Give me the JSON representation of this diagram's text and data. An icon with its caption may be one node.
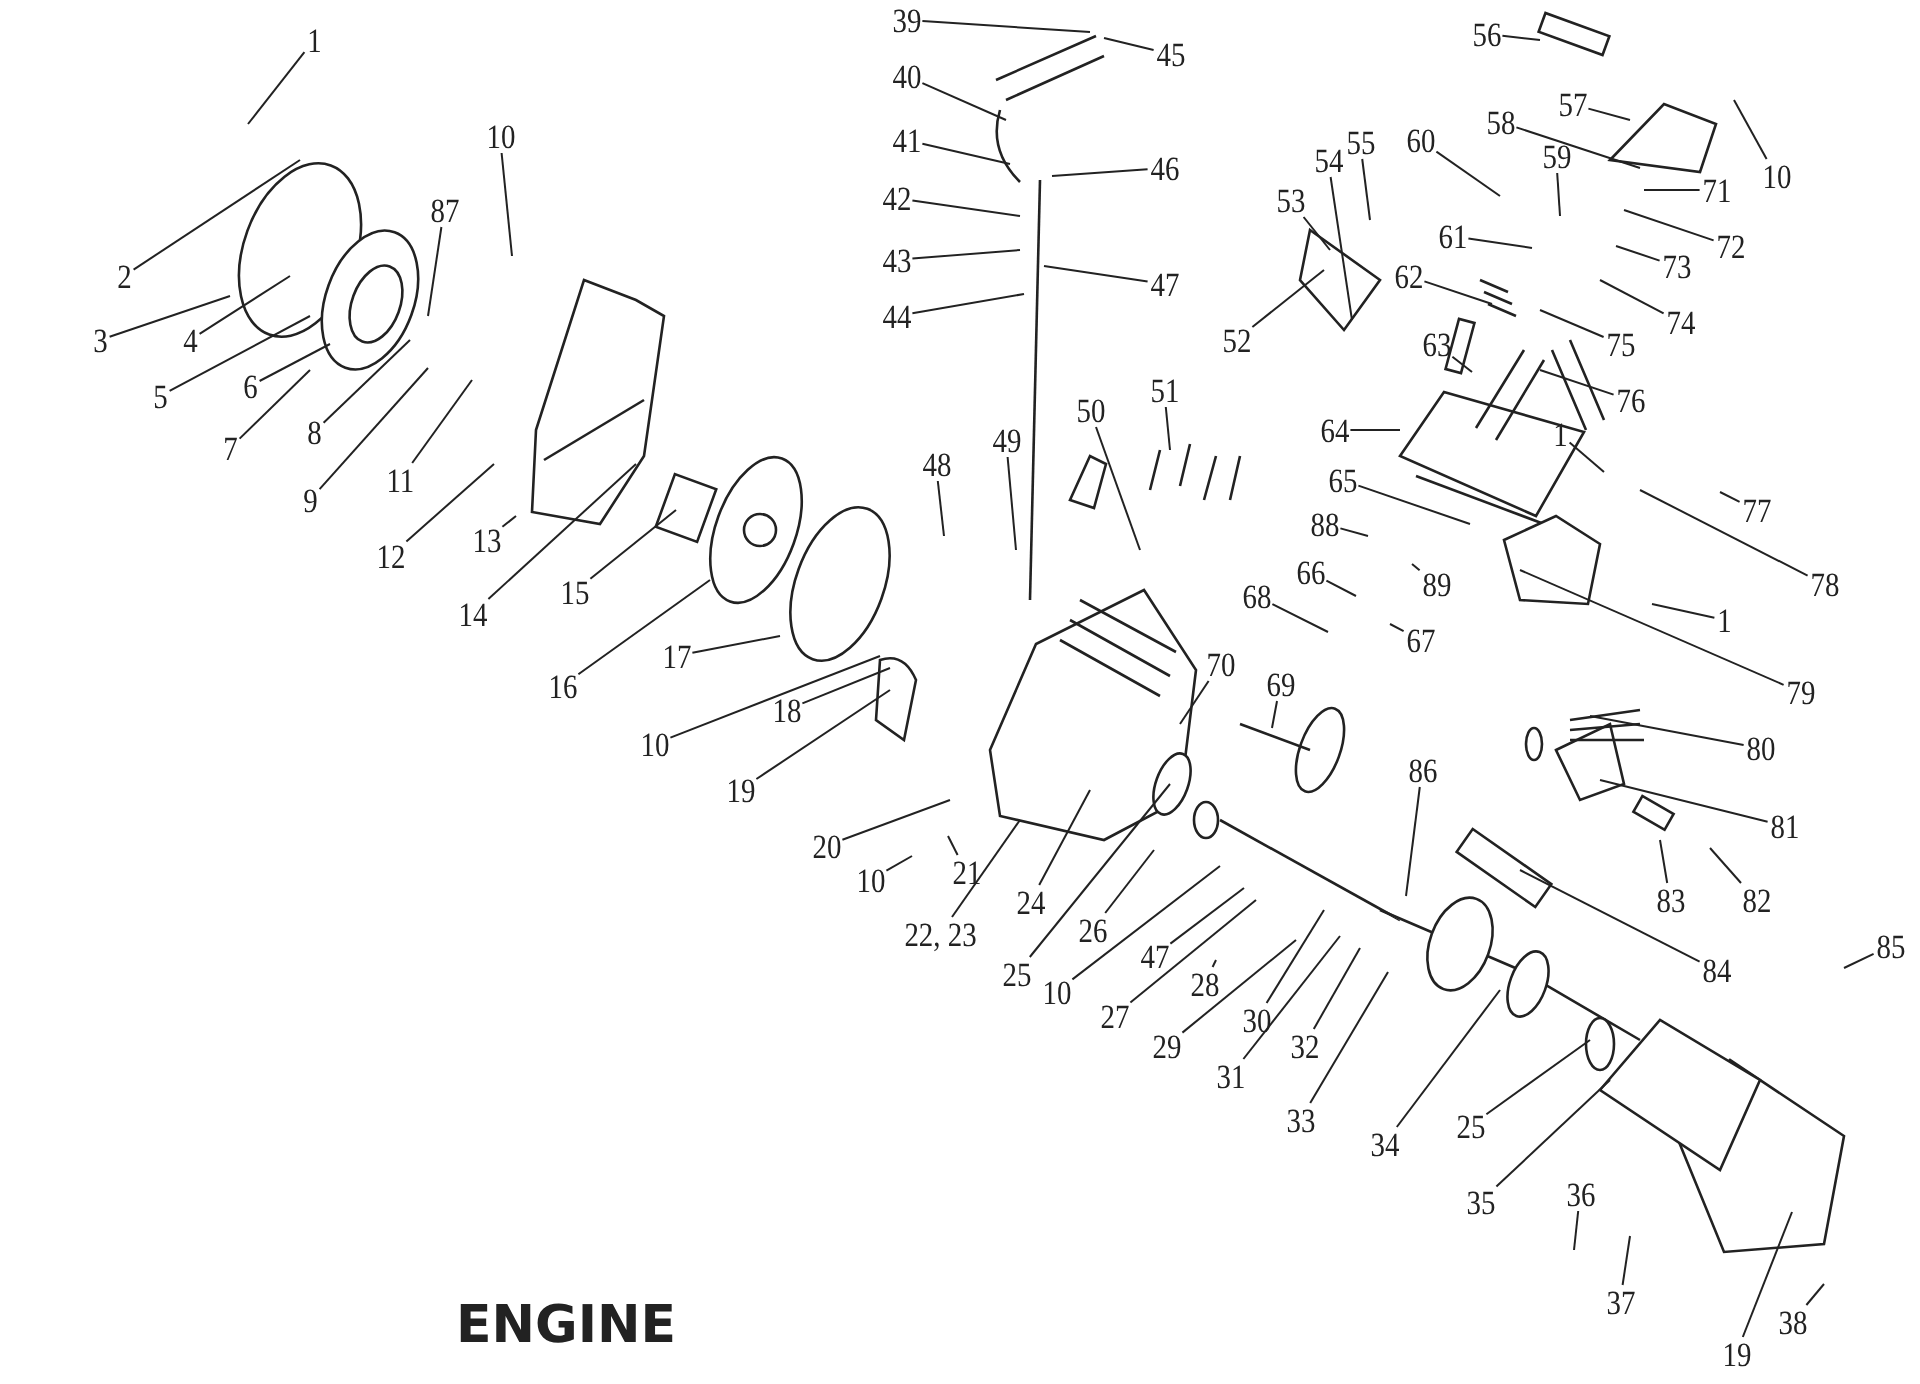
{
  "diagram": {
    "title": "ENGINE",
    "nodes": [
      {
        "text": [
          "39"
        ]
      },
      {
        "text": [
          "1"
        ]
      },
      {
        "text": [
          "56"
        ]
      },
      {
        "text": [
          "45"
        ]
      },
      {
        "text": [
          "40"
        ]
      },
      {
        "text": [
          "57"
        ]
      },
      {
        "text": [
          "58"
        ]
      },
      {
        "text": [
          "10"
        ]
      },
      {
        "text": [
          "55"
        ]
      },
      {
        "text": [
          "41"
        ]
      },
      {
        "text": [
          "54"
        ]
      },
      {
        "text": [
          "60"
        ]
      },
      {
        "text": [
          "46"
        ]
      },
      {
        "text": [
          "59"
        ]
      },
      {
        "text": [
          "10"
        ]
      },
      {
        "text": [
          "71"
        ]
      },
      {
        "text": [
          "42"
        ]
      },
      {
        "text": [
          "53"
        ]
      },
      {
        "text": [
          "87"
        ]
      },
      {
        "text": [
          "2"
        ]
      },
      {
        "text": [
          "62"
        ]
      },
      {
        "text": [
          "61"
        ]
      },
      {
        "text": [
          "72"
        ]
      },
      {
        "text": [
          "43"
        ]
      },
      {
        "text": [
          "73"
        ]
      },
      {
        "text": [
          "47"
        ]
      },
      {
        "text": [
          "63"
        ]
      },
      {
        "text": [
          "44"
        ]
      },
      {
        "text": [
          "74"
        ]
      },
      {
        "text": [
          "3"
        ]
      },
      {
        "text": [
          "4"
        ]
      },
      {
        "text": [
          "52"
        ]
      },
      {
        "text": [
          "75"
        ]
      },
      {
        "text": [
          "6"
        ]
      },
      {
        "text": [
          "5"
        ]
      },
      {
        "text": [
          "51"
        ]
      },
      {
        "text": [
          "76"
        ]
      },
      {
        "text": [
          "50"
        ]
      },
      {
        "text": [
          "8"
        ]
      },
      {
        "text": [
          "64"
        ]
      },
      {
        "text": [
          "1"
        ]
      },
      {
        "text": [
          "49"
        ]
      },
      {
        "text": [
          "7"
        ]
      },
      {
        "text": [
          "48"
        ]
      },
      {
        "text": [
          "11"
        ]
      },
      {
        "text": [
          "65"
        ]
      },
      {
        "text": [
          "9"
        ]
      },
      {
        "text": [
          "77"
        ]
      },
      {
        "text": [
          "88"
        ]
      },
      {
        "text": [
          "13"
        ]
      },
      {
        "text": [
          "12"
        ]
      },
      {
        "text": [
          "66"
        ]
      },
      {
        "text": [
          "89"
        ]
      },
      {
        "text": [
          "78"
        ]
      },
      {
        "text": [
          "15"
        ]
      },
      {
        "text": [
          "68"
        ]
      },
      {
        "text": [
          "14"
        ]
      },
      {
        "text": [
          "1"
        ]
      },
      {
        "text": [
          "67"
        ]
      },
      {
        "text": [
          "17"
        ]
      },
      {
        "text": [
          "70"
        ]
      },
      {
        "text": [
          "69"
        ]
      },
      {
        "text": [
          "16"
        ]
      },
      {
        "text": [
          "79"
        ]
      },
      {
        "text": [
          "18"
        ]
      },
      {
        "text": [
          "10"
        ]
      },
      {
        "text": [
          "80"
        ]
      },
      {
        "text": [
          "86"
        ]
      },
      {
        "text": [
          "19"
        ]
      },
      {
        "text": [
          "81"
        ]
      },
      {
        "text": [
          "20"
        ]
      },
      {
        "text": [
          "10"
        ]
      },
      {
        "text": [
          "21"
        ]
      },
      {
        "text": [
          "83"
        ]
      },
      {
        "text": [
          "82"
        ]
      },
      {
        "text": [
          "24"
        ]
      },
      {
        "text": [
          "26"
        ]
      },
      {
        "text": [
          "22, 23"
        ]
      },
      {
        "text": [
          "85"
        ]
      },
      {
        "text": [
          "47"
        ]
      },
      {
        "text": [
          "84"
        ]
      },
      {
        "text": [
          "25"
        ]
      },
      {
        "text": [
          "28"
        ]
      },
      {
        "text": [
          "10"
        ]
      },
      {
        "text": [
          "27"
        ]
      },
      {
        "text": [
          "30"
        ]
      },
      {
        "text": [
          "29"
        ]
      },
      {
        "text": [
          "32"
        ]
      },
      {
        "text": [
          "31"
        ]
      },
      {
        "text": [
          "33"
        ]
      },
      {
        "text": [
          "25"
        ]
      },
      {
        "text": [
          "34"
        ]
      },
      {
        "text": [
          "36"
        ]
      },
      {
        "text": [
          "35"
        ]
      },
      {
        "text": [
          "37"
        ]
      },
      {
        "text": [
          "38"
        ]
      },
      {
        "text": [
          "19"
        ]
      }
    ],
    "edges": [
      {
        "from": 0,
        "to": null,
        "arrow": "none"
      },
      {
        "from": 1,
        "to": null,
        "arrow": "none"
      },
      {
        "from": 2,
        "to": null,
        "arrow": "none"
      },
      {
        "from": 3,
        "to": null,
        "arrow": "none"
      },
      {
        "from": 4,
        "to": null,
        "arrow": "none"
      },
      {
        "from": 5,
        "to": null,
        "arrow": "none"
      },
      {
        "from": 6,
        "to": null,
        "arrow": "none"
      },
      {
        "from": 7,
        "to": null,
        "arrow": "none"
      },
      {
        "from": 8,
        "to": null,
        "arrow": "none"
      },
      {
        "from": 9,
        "to": null,
        "arrow": "none"
      },
      {
        "from": 10,
        "to": null,
        "arrow": "none"
      },
      {
        "from": 11,
        "to": null,
        "arrow": "none"
      },
      {
        "from": 12,
        "to": null,
        "arrow": "none"
      },
      {
        "from": 13,
        "to": null,
        "arrow": "none"
      },
      {
        "from": 14,
        "to": null,
        "arrow": "none"
      },
      {
        "from": 15,
        "to": null,
        "arrow": "none"
      },
      {
        "from": 16,
        "to": null,
        "arrow": "none"
      },
      {
        "from": 17,
        "to": null,
        "arrow": "none"
      },
      {
        "from": 18,
        "to": null,
        "arrow": "none"
      },
      {
        "from": 19,
        "to": null,
        "arrow": "none"
      },
      {
        "from": 20,
        "to": null,
        "arrow": "none"
      },
      {
        "from": 21,
        "to": null,
        "arrow": "none"
      },
      {
        "from": 22,
        "to": null,
        "arrow": "none"
      },
      {
        "from": 23,
        "to": null,
        "arrow": "none"
      },
      {
        "from": 24,
        "to": null,
        "arrow": "none"
      },
      {
        "from": 25,
        "to": null,
        "arrow": "none"
      },
      {
        "from": 26,
        "to": null,
        "arrow": "none"
      },
      {
        "from": 27,
        "to": null,
        "arrow": "none"
      },
      {
        "from": 28,
        "to": null,
        "arrow": "none"
      },
      {
        "from": 29,
        "to": null,
        "arrow": "none"
      },
      {
        "from": 30,
        "to": null,
        "arrow": "none"
      },
      {
        "from": 31,
        "to": null,
        "arrow": "none"
      },
      {
        "from": 32,
        "to": null,
        "arrow": "none"
      },
      {
        "from": 33,
        "to": null,
        "arrow": "none"
      },
      {
        "from": 34,
        "to": null,
        "arrow": "none"
      },
      {
        "from": 35,
        "to": null,
        "arrow": "none"
      },
      {
        "from": 36,
        "to": null,
        "arrow": "none"
      },
      {
        "from": 37,
        "to": null,
        "arrow": "none"
      },
      {
        "from": 38,
        "to": null,
        "arrow": "none"
      },
      {
        "from": 39,
        "to": null,
        "arrow": "none"
      },
      {
        "from": 40,
        "to": null,
        "arrow": "none"
      },
      {
        "from": 41,
        "to": null,
        "arrow": "none"
      },
      {
        "from": 42,
        "to": null,
        "arrow": "none"
      },
      {
        "from": 43,
        "to": null,
        "arrow": "none"
      },
      {
        "from": 44,
        "to": null,
        "arrow": "none"
      },
      {
        "from": 45,
        "to": null,
        "arrow": "none"
      },
      {
        "from": 46,
        "to": null,
        "arrow": "none"
      },
      {
        "from": 47,
        "to": null,
        "arrow": "none"
      },
      {
        "from": 48,
        "to": null,
        "arrow": "none"
      },
      {
        "from": 49,
        "to": null,
        "arrow": "none"
      },
      {
        "from": 50,
        "to": null,
        "arrow": "none"
      },
      {
        "from": 51,
        "to": null,
        "arrow": "none"
      },
      {
        "from": 52,
        "to": null,
        "arrow": "none"
      },
      {
        "from": 53,
        "to": null,
        "arrow": "none"
      },
      {
        "from": 54,
        "to": null,
        "arrow": "none"
      },
      {
        "from": 55,
        "to": null,
        "arrow": "none"
      },
      {
        "from": 56,
        "to": null,
        "arrow": "none"
      },
      {
        "from": 57,
        "to": null,
        "arrow": "none"
      },
      {
        "from": 58,
        "to": null,
        "arrow": "none"
      },
      {
        "from": 59,
        "to": null,
        "arrow": "none"
      },
      {
        "from": 60,
        "to": null,
        "arrow": "none"
      },
      {
        "from": 61,
        "to": null,
        "arrow": "none"
      },
      {
        "from": 62,
        "to": null,
        "arrow": "none"
      },
      {
        "from": 63,
        "to": null,
        "arrow": "none"
      },
      {
        "from": 64,
        "to": null,
        "arrow": "none"
      },
      {
        "from": 65,
        "to": null,
        "arrow": "none"
      },
      {
        "from": 66,
        "to": null,
        "arrow": "none"
      },
      {
        "from": 67,
        "to": null,
        "arrow": "none"
      },
      {
        "from": 68,
        "to": null,
        "arrow": "none"
      },
      {
        "from": 69,
        "to": null,
        "arrow": "none"
      },
      {
        "from": 70,
        "to": null,
        "arrow": "none"
      },
      {
        "from": 71,
        "to": null,
        "arrow": "none"
      },
      {
        "from": 72,
        "to": null,
        "arrow": "none"
      },
      {
        "from": 73,
        "to": null,
        "arrow": "none"
      },
      {
        "from": 74,
        "to": null,
        "arrow": "none"
      },
      {
        "from": 75,
        "to": null,
        "arrow": "none"
      },
      {
        "from": 76,
        "to": null,
        "arrow": "none"
      },
      {
        "from": 77,
        "to": null,
        "arrow": "none"
      },
      {
        "from": 78,
        "to": null,
        "arrow": "none"
      },
      {
        "from": 79,
        "to": null,
        "arrow": "none"
      },
      {
        "from": 80,
        "to": null,
        "arrow": "none"
      },
      {
        "from": 81,
        "to": null,
        "arrow": "none"
      },
      {
        "from": 82,
        "to": null,
        "arrow": "none"
      },
      {
        "from": 83,
        "to": null,
        "arrow": "none"
      },
      {
        "from": 84,
        "to": null,
        "arrow": "none"
      },
      {
        "from": 85,
        "to": null,
        "arrow": "none"
      },
      {
        "from": 86,
        "to": null,
        "arrow": "none"
      },
      {
        "from": 87,
        "to": null,
        "arrow": "none"
      },
      {
        "from": 88,
        "to": null,
        "arrow": "none"
      },
      {
        "from": 89,
        "to": null,
        "arrow": "none"
      },
      {
        "from": 90,
        "to": null,
        "arrow": "none"
      },
      {
        "from": 91,
        "to": null,
        "arrow": "none"
      },
      {
        "from": 92,
        "to": null,
        "arrow": "none"
      },
      {
        "from": 93,
        "to": null,
        "arrow": "none"
      },
      {
        "from": 94,
        "to": null,
        "arrow": "none"
      },
      {
        "from": 95,
        "to": null,
        "arrow": "none"
      },
      {
        "from": 96,
        "to": null,
        "arrow": "none"
      }
    ]
  }
}
